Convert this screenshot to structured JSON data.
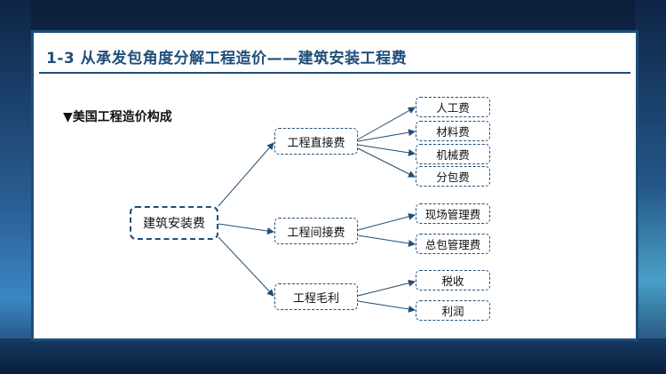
{
  "slide": {
    "title": "1-3  从承发包角度分解工程造价——建筑安装工程费",
    "subtitle": "▼美国工程造价构成"
  },
  "diagram": {
    "root": "建筑安装费",
    "direct": {
      "label": "工程直接费",
      "children": [
        "人工费",
        "材料费",
        "机械费",
        "分包费"
      ]
    },
    "indirect": {
      "label": "工程间接费",
      "children": [
        "现场管理费",
        "总包管理费"
      ]
    },
    "profit": {
      "label": "工程毛利",
      "children": [
        "税收",
        "利润"
      ]
    },
    "colors": {
      "border": "#1f4e79",
      "arrow": "#1f4e79",
      "frame": "#1f4e79"
    }
  }
}
